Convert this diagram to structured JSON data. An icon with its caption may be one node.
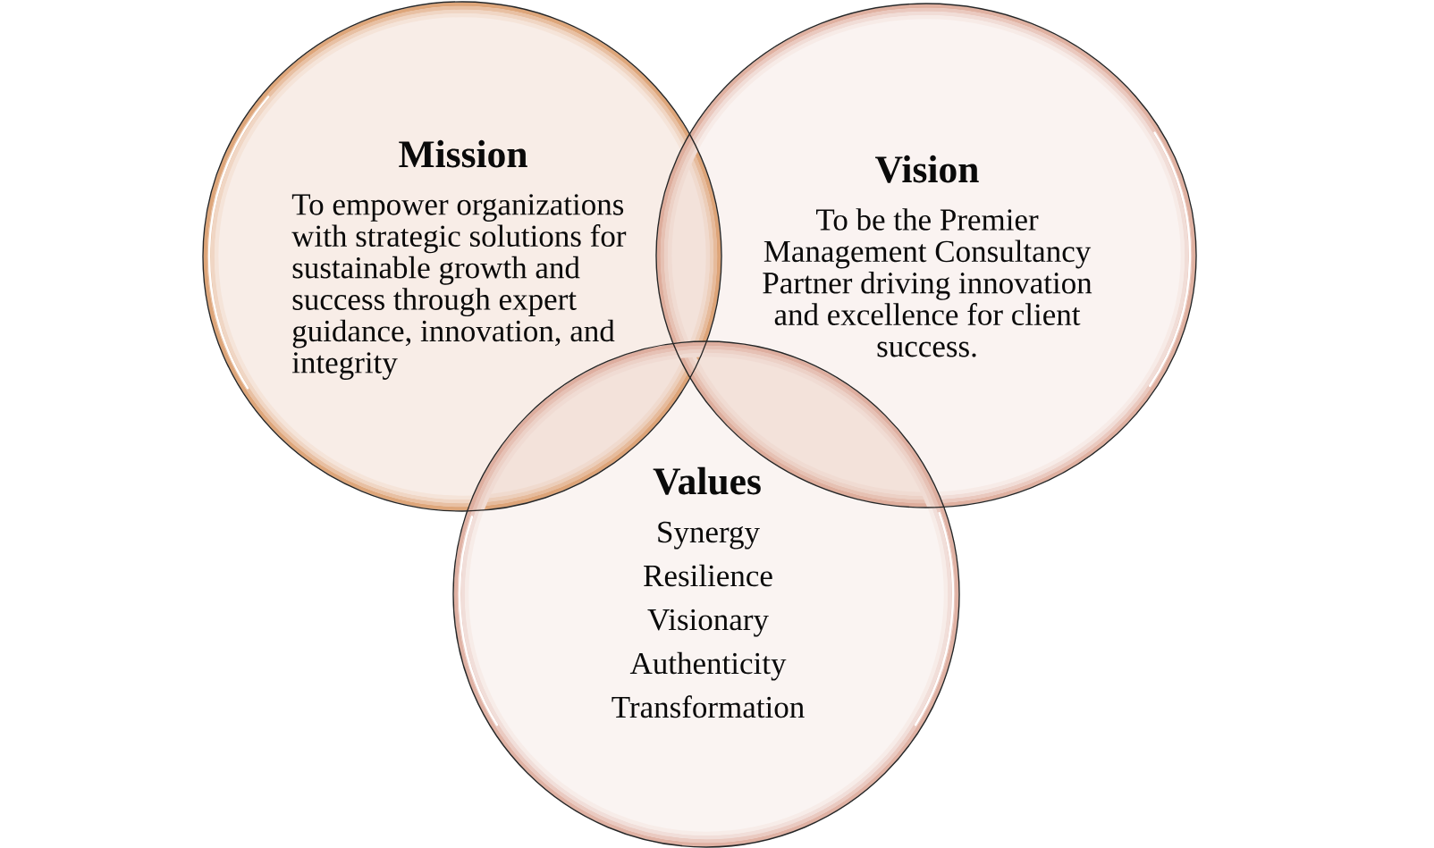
{
  "diagram": {
    "nodes": [
      {
        "text": [
          "Mission",
          "To empower organizations with strategic solutions for sustainable growth and success through expert guidance, innovation, and integrity"
        ]
      },
      {
        "text": [
          "Vision",
          "To be the Premier Management Consultancy Partner driving innovation and excellence for client success."
        ]
      },
      {
        "text": [
          "Values",
          "Synergy",
          "Resilience",
          "Visionary",
          "Authenticity",
          "Transformation"
        ]
      }
    ]
  }
}
